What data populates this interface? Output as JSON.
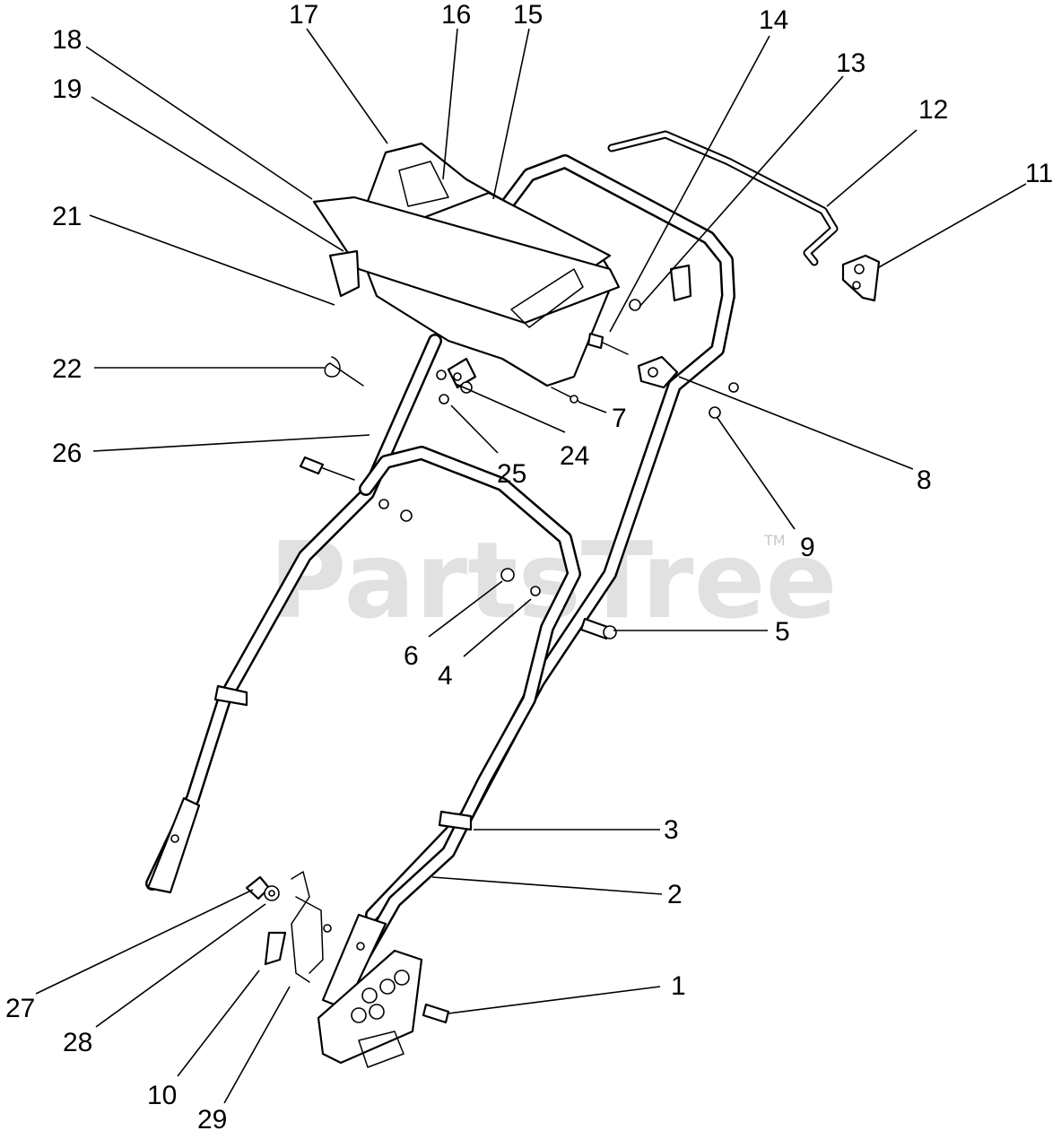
{
  "watermark": {
    "text": "PartsTree",
    "tm": "TM"
  },
  "callouts": [
    {
      "n": "1"
    },
    {
      "n": "2"
    },
    {
      "n": "3"
    },
    {
      "n": "4"
    },
    {
      "n": "5"
    },
    {
      "n": "6"
    },
    {
      "n": "7"
    },
    {
      "n": "8"
    },
    {
      "n": "9"
    },
    {
      "n": "10"
    },
    {
      "n": "11"
    },
    {
      "n": "12"
    },
    {
      "n": "13"
    },
    {
      "n": "14"
    },
    {
      "n": "15"
    },
    {
      "n": "16"
    },
    {
      "n": "17"
    },
    {
      "n": "18"
    },
    {
      "n": "19"
    },
    {
      "n": "21"
    },
    {
      "n": "22"
    },
    {
      "n": "24"
    },
    {
      "n": "25"
    },
    {
      "n": "26"
    },
    {
      "n": "27"
    },
    {
      "n": "28"
    },
    {
      "n": "29"
    }
  ]
}
